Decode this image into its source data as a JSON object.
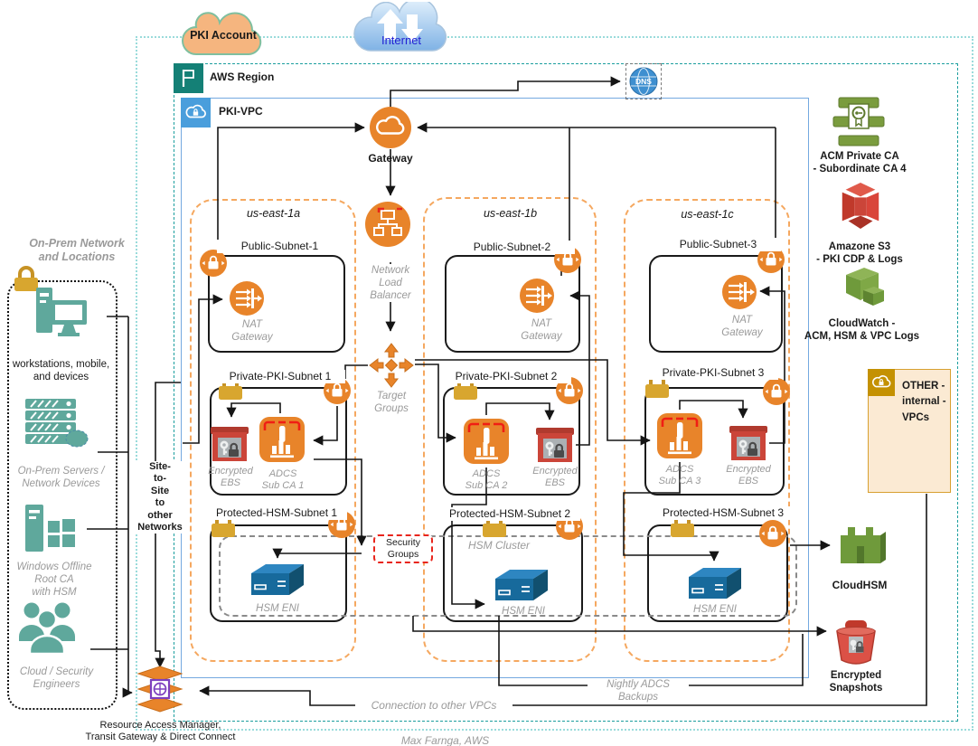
{
  "account": {
    "label": "PKI Account"
  },
  "internet": {
    "label": "Internet"
  },
  "region": {
    "label": "AWS Region"
  },
  "vpc": {
    "label": "PKI-VPC"
  },
  "gateway": {
    "label": "Gateway"
  },
  "dns": {
    "label": "DNS"
  },
  "nlb": {
    "label": "Network\nLoad\nBalancer"
  },
  "target_groups": {
    "label": "Target\nGroups"
  },
  "security_groups": {
    "label": "Security\nGroups"
  },
  "hsm_cluster": {
    "label": "HSM Cluster"
  },
  "azs": [
    {
      "name": "us-east-1a",
      "public_subnet": "Public-Subnet-1",
      "nat": "NAT\nGateway",
      "private_subnet": "Private-PKI-Subnet 1",
      "adcs": "ADCS\nSub CA 1",
      "ebs": "Encrypted\nEBS",
      "hsm_subnet": "Protected-HSM-Subnet 1",
      "eni": "HSM ENI"
    },
    {
      "name": "us-east-1b",
      "public_subnet": "Public-Subnet-2",
      "nat": "NAT\nGateway",
      "private_subnet": "Private-PKI-Subnet 2",
      "adcs": "ADCS\nSub CA 2",
      "ebs": "Encrypted\nEBS",
      "hsm_subnet": "Protected-HSM-Subnet 2",
      "eni": "HSM ENI"
    },
    {
      "name": "us-east-1c",
      "public_subnet": "Public-Subnet-3",
      "nat": "NAT\nGateway",
      "private_subnet": "Private-PKI-Subnet 3",
      "adcs": "ADCS\nSub CA 3",
      "ebs": "Encrypted\nEBS",
      "hsm_subnet": "Protected-HSM-Subnet 3",
      "eni": "HSM ENI"
    }
  ],
  "onprem": {
    "title": "On-Prem Network\nand Locations",
    "workstations": "workstations, mobile,\nand devices",
    "servers": "On-Prem Servers /\nNetwork Devices",
    "root_ca": "Windows Offline\nRoot CA\nwith HSM",
    "engineers": "Cloud / Security\nEngineers"
  },
  "connectivity": {
    "site_to_site": "Site-\nto-\nSite\nto\nother\nNetworks",
    "transit": "Resource Access Manager,\nTransit Gateway & Direct Connect",
    "connection_note": "Connection to other VPCs",
    "nightly_note": "Nightly ADCS\nBackups"
  },
  "services": {
    "acm": "ACM Private CA\n- Subordinate CA 4",
    "s3": "Amazone S3\n- PKI CDP & Logs",
    "cloudwatch": "CloudWatch -\nACM, HSM & VPC Logs",
    "other_vpcs": "OTHER -\ninternal -\nVPCs",
    "cloudhsm": "CloudHSM",
    "snapshots": "Encrypted\nSnapshots"
  },
  "signature": "Max Farnga, AWS",
  "colors": {
    "aws_orange": "#E8842A",
    "region_teal": "#1B9E9E",
    "vpc_blue": "#74A9E0",
    "az_dash_orange": "#F5A860",
    "onprem_teal": "#5FA89C",
    "service_green": "#6F9A3B",
    "alert_red": "#CB4539",
    "lock_gold": "#D8A62F",
    "eni_blue": "#176A9C",
    "security_red": "#E8251C"
  }
}
